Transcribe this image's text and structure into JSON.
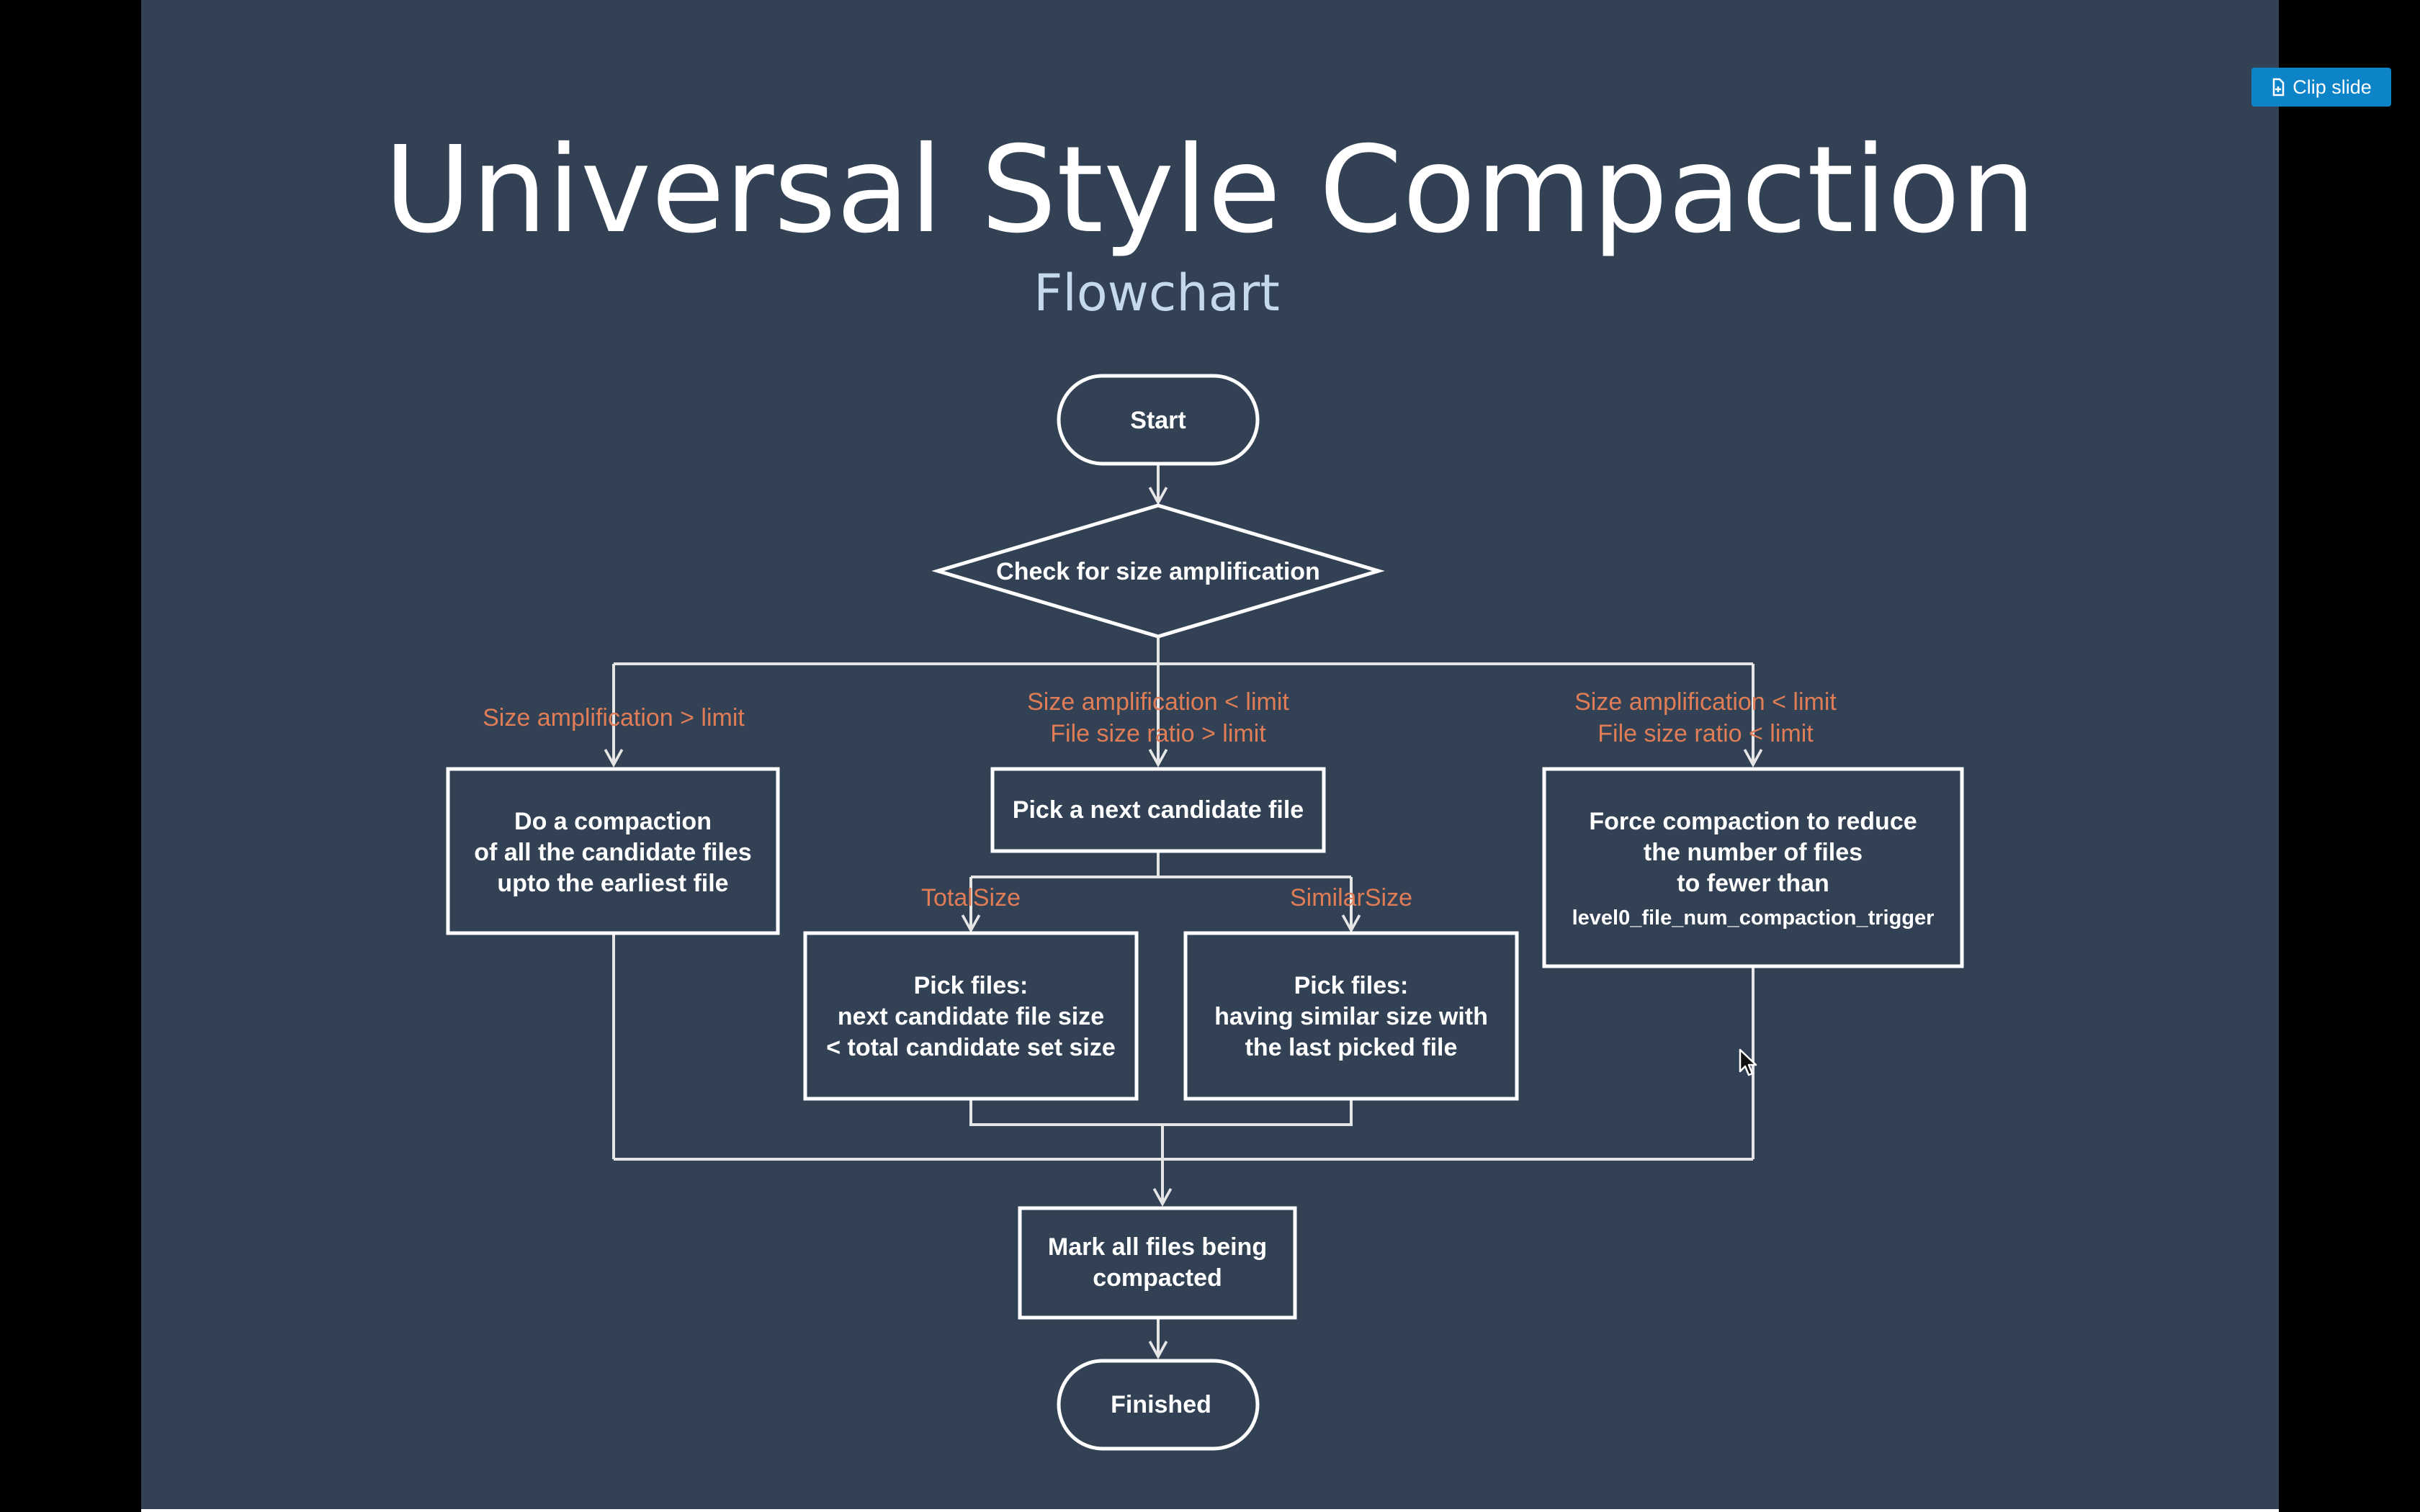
{
  "slide": {
    "title": "Universal Style Compaction",
    "subtitle": "Flowchart"
  },
  "toolbar": {
    "clip_slide_label": "Clip slide"
  },
  "flowchart": {
    "start": "Start",
    "check": "Check for size amplification",
    "left_condition": "Size amplification > limit",
    "middle_condition_line1": "Size amplification < limit",
    "middle_condition_line2": "File size ratio > limit",
    "right_condition_line1": "Size amplification < limit",
    "right_condition_line2": "File size ratio < limit",
    "compaction_all_lines": [
      "Do a compaction",
      "of all the candidate files",
      "upto the earliest file"
    ],
    "pick_next": "Pick a next candidate file",
    "total_size_label": "TotalSize",
    "similar_size_label": "SimilarSize",
    "pick_total_lines": [
      "Pick files:",
      "next candidate file size",
      "< total candidate set size"
    ],
    "pick_similar_lines": [
      "Pick files:",
      "having similar size with",
      "the last picked file"
    ],
    "force_lines": [
      "Force compaction to reduce",
      "the number of files",
      "to fewer than",
      "level0_file_num_compaction_trigger"
    ],
    "mark_lines": [
      "Mark all files being",
      "compacted"
    ],
    "finished": "Finished"
  },
  "colors": {
    "slide_background": "#334155",
    "condition_text": "#e07d56",
    "clip_button": "#0e84c8"
  }
}
